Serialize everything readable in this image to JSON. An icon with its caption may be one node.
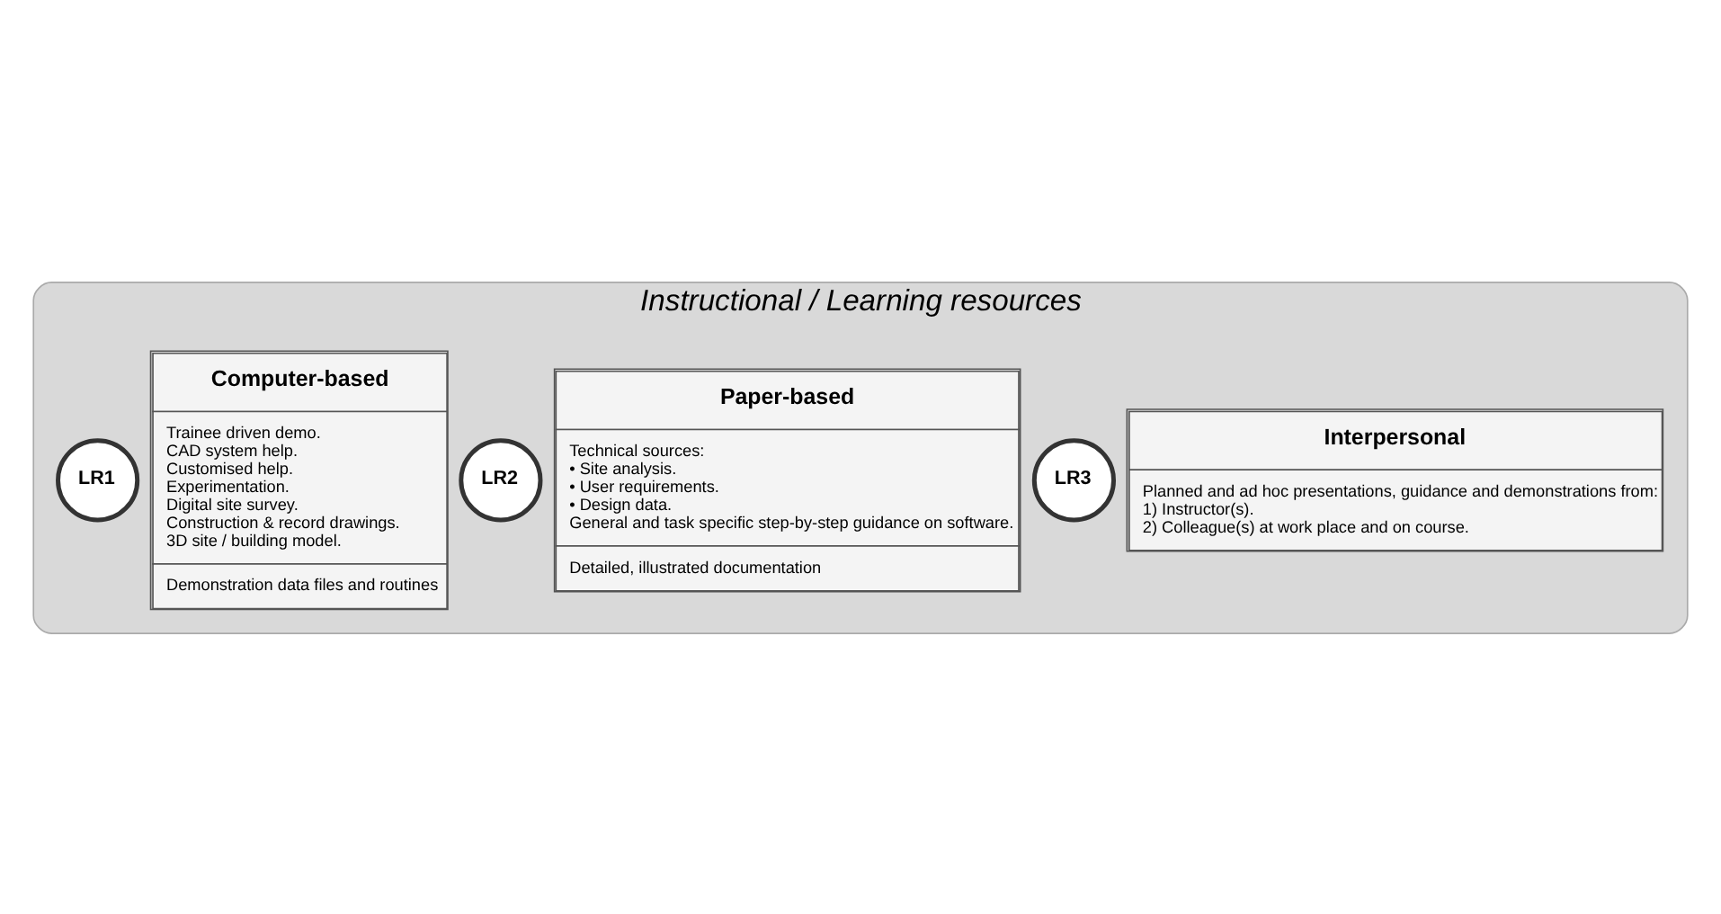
{
  "diagram": {
    "nodes": [
      {
        "text": [
          "Instructional / Learning resources"
        ]
      },
      {
        "text": [
          "LR1"
        ],
        "in": 0
      },
      {
        "text": [
          "Computer-based",
          "Trainee driven demo.",
          "CAD system help.",
          "Customised help.",
          "Experimentation.",
          "Digital site survey.",
          "Construction & record drawings.",
          "3D site / building model.",
          "Demonstration data files and routines"
        ],
        "in": 0
      },
      {
        "text": [
          "LR2"
        ],
        "in": 0
      },
      {
        "text": [
          "Paper-based",
          "Technical sources:",
          "• Site analysis.",
          "• User requirements.",
          "• Design data.",
          "General and task specific step-by-step guidance on software.",
          "Detailed, illustrated documentation"
        ],
        "in": 0
      },
      {
        "text": [
          "LR3"
        ],
        "in": 0
      },
      {
        "text": [
          "Interpersonal",
          "Planned and ad hoc presentations, guidance and demonstrations from:",
          "1) Instructor(s).",
          "2) Colleague(s) at work place and on course."
        ],
        "in": 0
      }
    ],
    "edges": []
  }
}
